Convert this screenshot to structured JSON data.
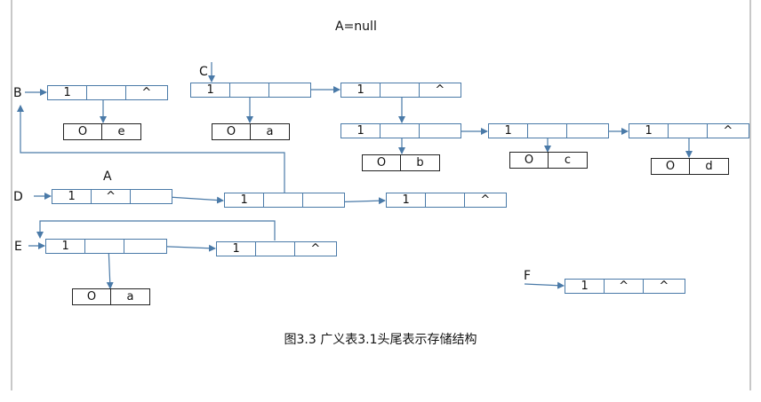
{
  "title": "A=null",
  "caption": "图3.3 广义表3.1头尾表示存储结构",
  "labels": {
    "B": "B",
    "C": "C",
    "A": "A",
    "D": "D",
    "E": "E",
    "F": "F"
  },
  "nodes": {
    "B1": [
      "1",
      "",
      "^"
    ],
    "C1": [
      "1",
      "",
      ""
    ],
    "C2": [
      "1",
      "",
      "^"
    ],
    "C3": [
      "1",
      "",
      ""
    ],
    "C4": [
      "1",
      "",
      ""
    ],
    "C5": [
      "1",
      "",
      "^"
    ],
    "D1": [
      "1",
      "^",
      ""
    ],
    "D2": [
      "1",
      "",
      ""
    ],
    "D3": [
      "1",
      "",
      "^"
    ],
    "E1": [
      "1",
      "",
      ""
    ],
    "E2": [
      "1",
      "",
      "^"
    ],
    "F1": [
      "1",
      "^",
      "^"
    ]
  },
  "atoms": {
    "Be": [
      "O",
      "e"
    ],
    "Ca": [
      "O",
      "a"
    ],
    "Cb": [
      "O",
      "b"
    ],
    "Cc": [
      "O",
      "c"
    ],
    "Cd": [
      "O",
      "d"
    ],
    "Ea": [
      "O",
      "a"
    ]
  },
  "colors": {
    "arrow": "#4a7aa8",
    "box": "#4a7aa8",
    "atom_box": "#222222"
  }
}
